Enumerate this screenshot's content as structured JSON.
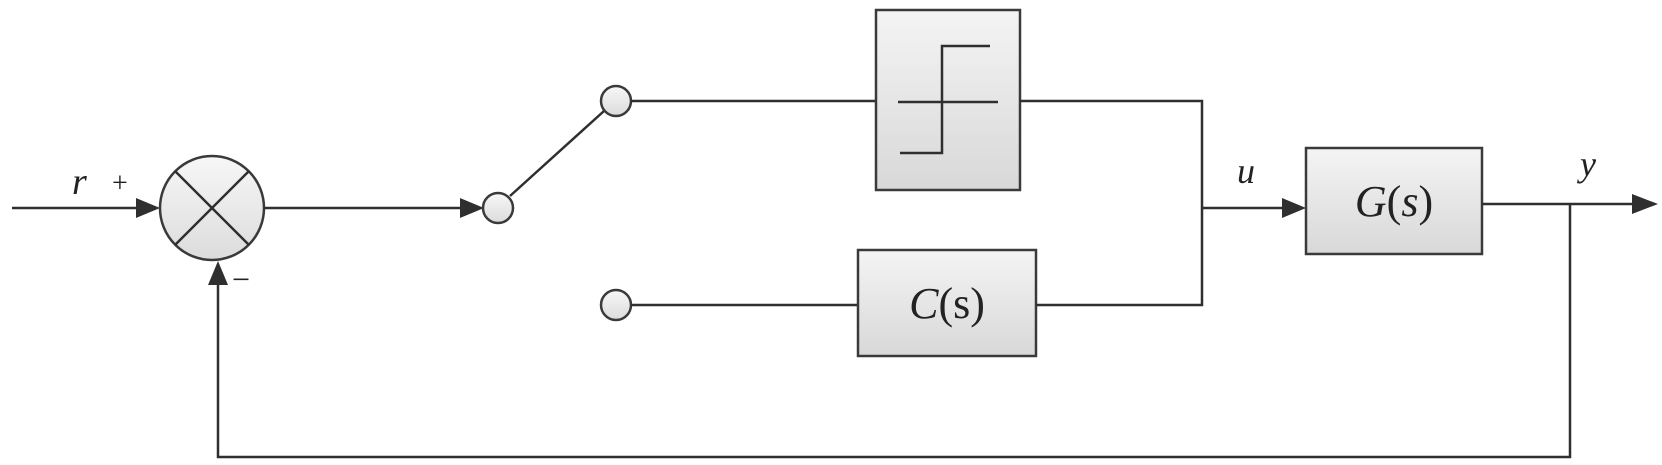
{
  "signals": {
    "reference": "r",
    "control": "u",
    "output": "y"
  },
  "summing_junction": {
    "plus_sign": "+",
    "minus_sign": "−"
  },
  "blocks": {
    "relay": {
      "symbol": "relay-hysteresis-icon"
    },
    "controller": {
      "name": "C",
      "arg": "(s)"
    },
    "plant": {
      "name": "G",
      "open": "(",
      "var": "s",
      "close": ")"
    }
  },
  "colors": {
    "line": "#2f2f2f",
    "block_fill_top": "#f3f3f3",
    "block_fill_bottom": "#d9d9d9"
  }
}
